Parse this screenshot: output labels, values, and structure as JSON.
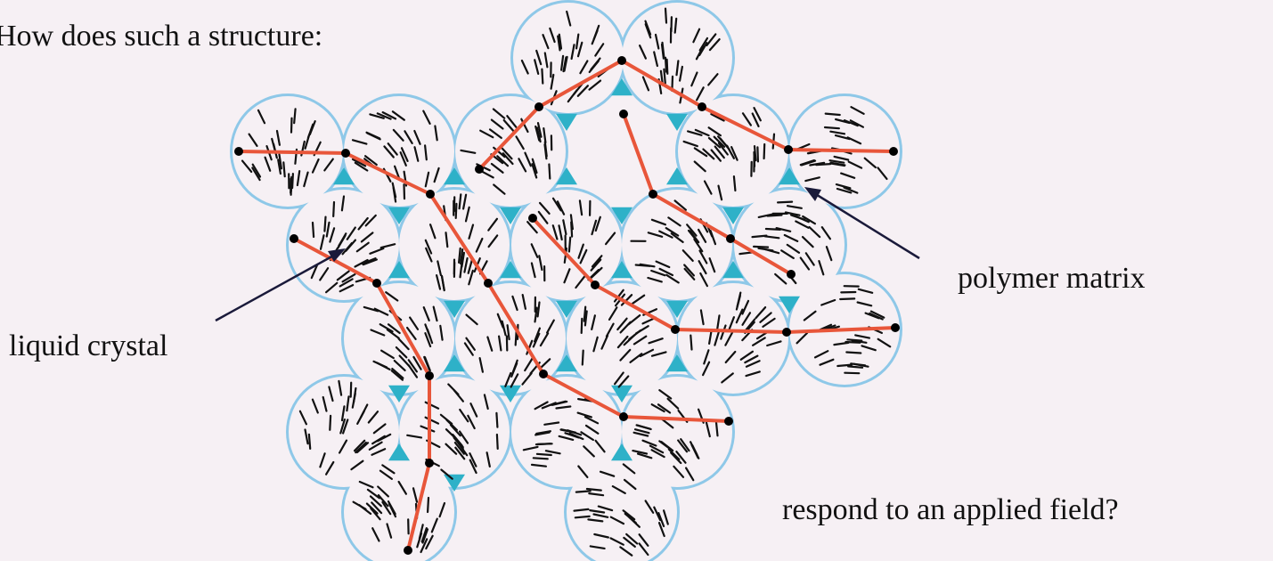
{
  "heading": "How does such a structure:",
  "labels": {
    "liquid_crystal": "liquid crystal",
    "polymer_matrix": "polymer matrix"
  },
  "question": "respond to an applied field?",
  "colors": {
    "background": "#f6f0f4",
    "droplet_outline": "#8ec8e8",
    "polymer_triangle": "#2eb1c8",
    "defect_line": "#e8563a",
    "director": "#111111"
  }
}
